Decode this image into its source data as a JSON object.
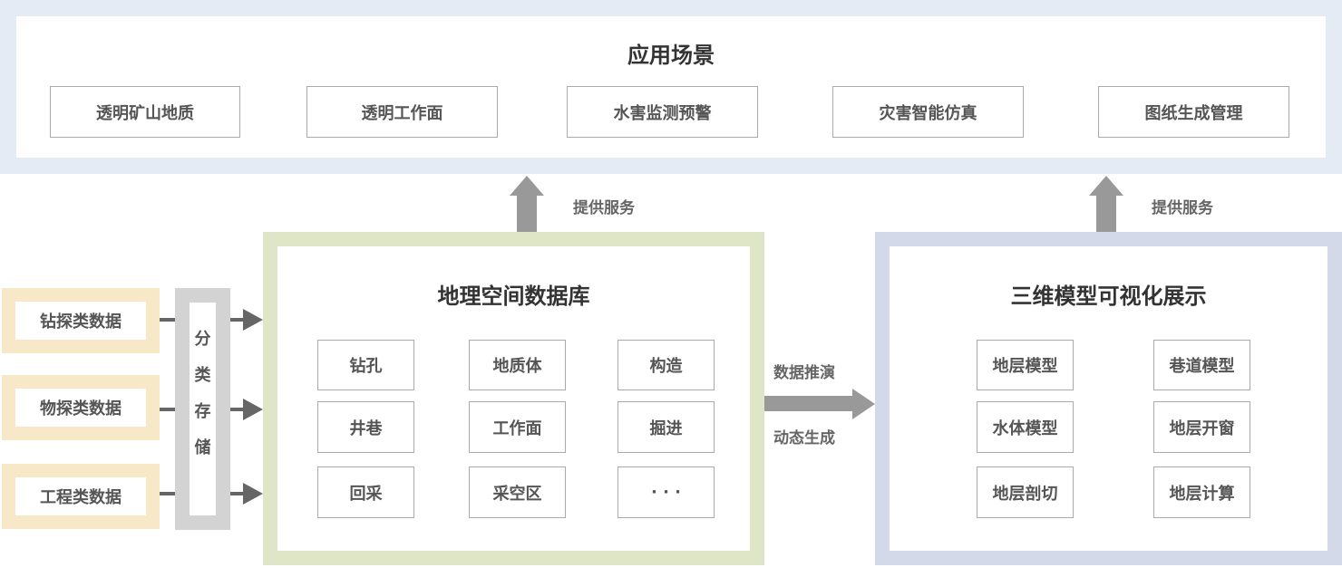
{
  "scenarios": {
    "title": "应用场景",
    "items": [
      "透明矿山地质",
      "透明工作面",
      "水害监测预警",
      "灾害智能仿真",
      "图纸生成管理"
    ]
  },
  "service_label_left": "提供服务",
  "service_label_right": "提供服务",
  "sources": [
    "钻探类数据",
    "物探类数据",
    "工程类数据"
  ],
  "storage": [
    "分",
    "类",
    "存",
    "储"
  ],
  "database": {
    "title": "地理空间数据库",
    "items": [
      "钻孔",
      "地质体",
      "构造",
      "井巷",
      "工作面",
      "掘进",
      "回采",
      "采空区",
      "· · ·"
    ]
  },
  "flow": {
    "top": "数据推演",
    "bottom": "动态生成"
  },
  "visual": {
    "title": "三维模型可视化展示",
    "items": [
      "地层模型",
      "巷道模型",
      "水体模型",
      "地层开窗",
      "地层剖切",
      "地层计算"
    ]
  },
  "colors": {
    "scenario_band": "#e4ebf5",
    "source": "#f7e8c8",
    "storage": "#d3d3d3",
    "database": "#dfe6c8",
    "visual": "#d3d9e8",
    "arrow": "#999999",
    "connector": "#666666"
  }
}
